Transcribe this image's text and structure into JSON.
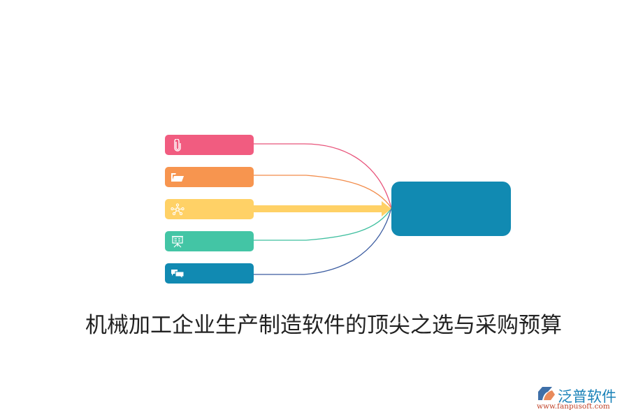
{
  "title": "机械加工企业生产制造软件的顶尖之选与采购预算",
  "nodes": [
    {
      "icon": "paperclip-icon",
      "color": "#f15c80",
      "line_color": "#e8537a"
    },
    {
      "icon": "folder-open-icon",
      "color": "#f7954f",
      "line_color": "#f28c4b"
    },
    {
      "icon": "network-icon",
      "color": "#ffd166",
      "line_color": "#ffd166"
    },
    {
      "icon": "presentation-board-icon",
      "color": "#43c5a5",
      "line_color": "#3fbf9f"
    },
    {
      "icon": "chat-bubbles-icon",
      "color": "#118ab2",
      "line_color": "#3a5ba0"
    }
  ],
  "center_node": {
    "color": "#118ab2"
  },
  "logo": {
    "name": "泛普软件",
    "url": "www.fanpusoft.com"
  }
}
